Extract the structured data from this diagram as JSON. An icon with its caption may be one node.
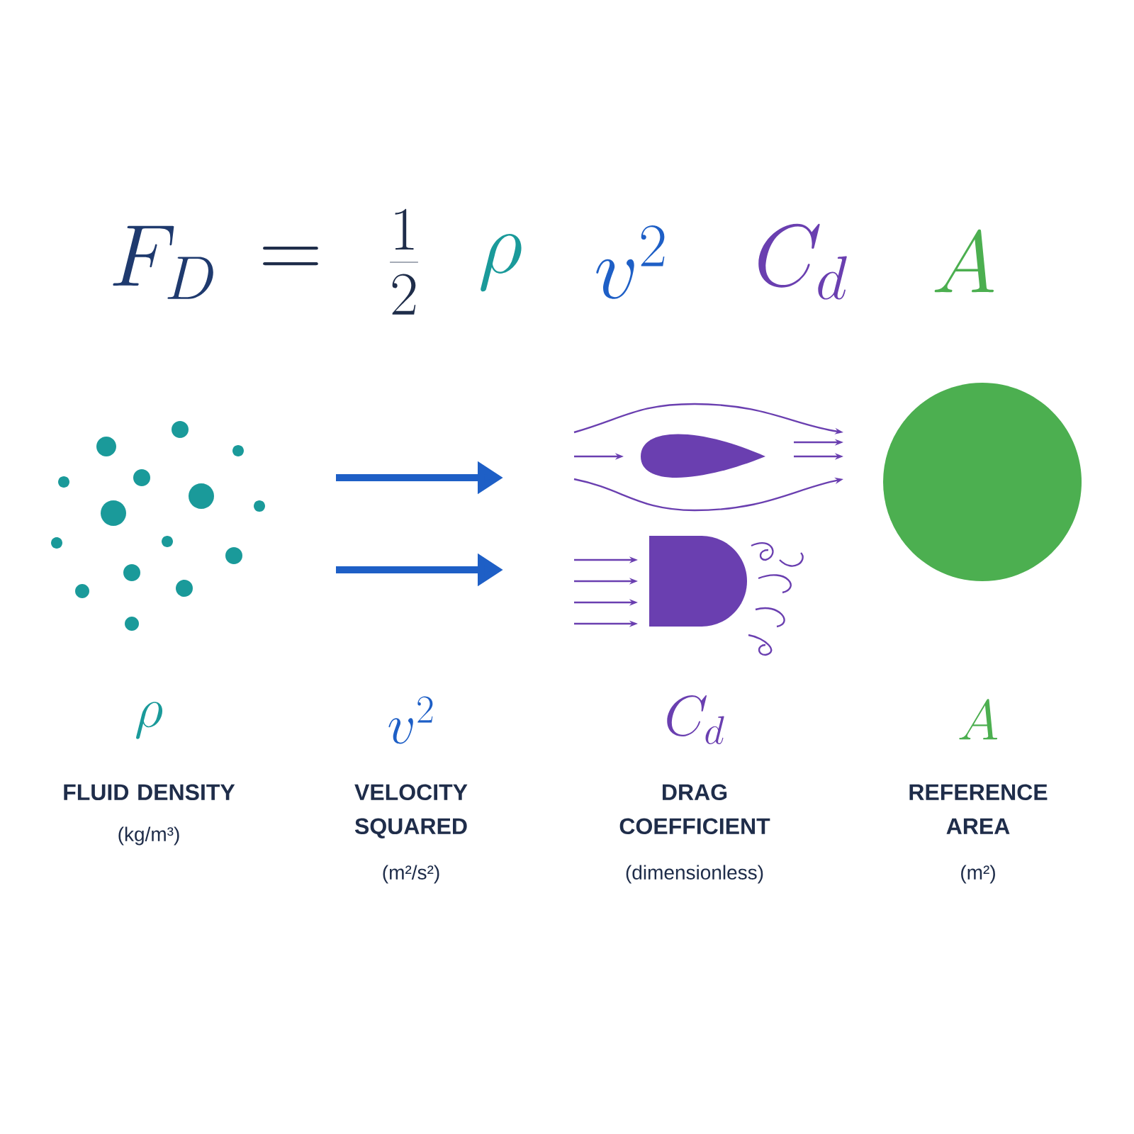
{
  "diagram": {
    "nodes": [
      {
        "text": [],
        "shape": "circle"
      }
    ],
    "labels": [
      "F_D",
      "=",
      "\\frac{1}{2}",
      "\\rho",
      "v^2",
      "C_d",
      "A",
      "\\rho",
      "v^2",
      "C_d",
      "A",
      "FLUID DENSITY",
      "VELOCITY SQUARED",
      "DRAG COEFFICIENT",
      "REFERENCE AREA",
      "(kg/m³)",
      "(m²/s²)",
      "(dimensionless)",
      "(m²)"
    ]
  }
}
